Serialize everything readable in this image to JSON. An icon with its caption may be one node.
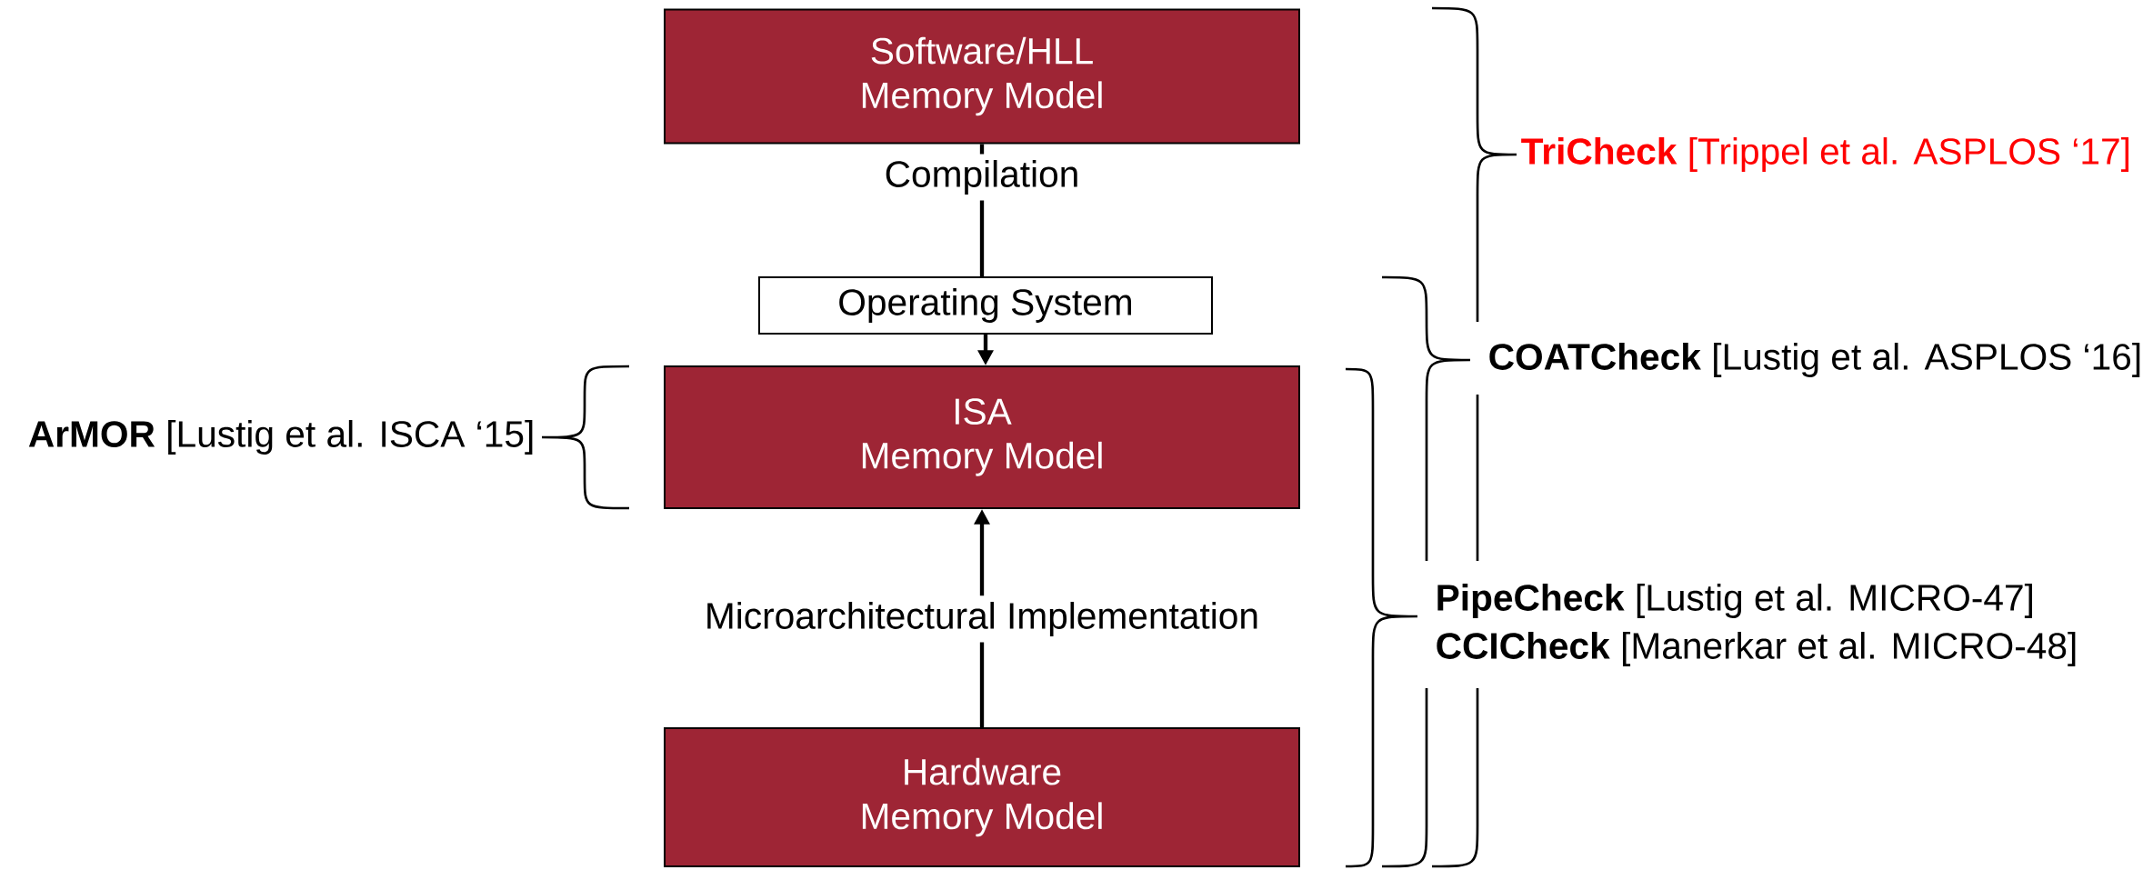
{
  "diagram": {
    "nodes": [
      {
        "text": [
          "Software/HLL Memory Model"
        ]
      },
      {
        "text": [
          "Operating System"
        ]
      },
      {
        "text": [
          "ISA Memory Model"
        ]
      },
      {
        "text": [
          "Hardware Memory Model"
        ]
      }
    ],
    "edges": [
      {
        "from": 0,
        "to": 1,
        "arrow": "none",
        "label": "Compilation"
      },
      {
        "from": 1,
        "to": 2,
        "arrow": "to"
      },
      {
        "from": 3,
        "to": 2,
        "arrow": "to",
        "label": "Microarchitectural Implementation"
      }
    ],
    "labels": [
      "**TriCheck** [Trippel et al. ASPLOS ‘17]",
      "**COATCheck** [Lustig et al. ASPLOS ‘16]",
      "**ArMOR** [Lustig et al. ISCA ‘15]",
      "**PipeCheck** [Lustig et al. MICRO-47]",
      "**CCICheck** [Manerkar et al. MICRO-48]"
    ]
  }
}
